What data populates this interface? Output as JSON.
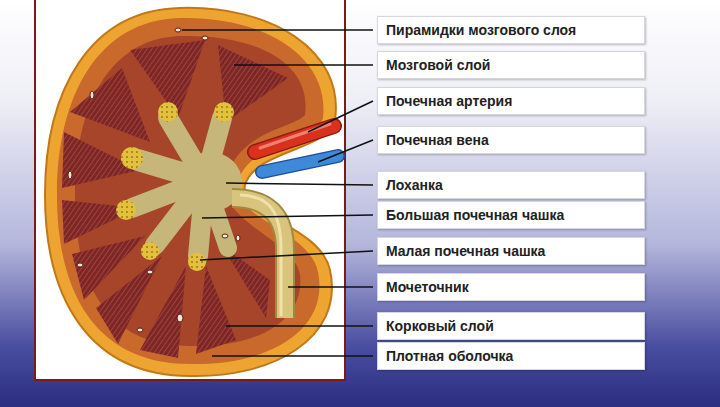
{
  "diagram": {
    "nodes": [
      {
        "text": [
          "Пирамидки мозгового слоя"
        ]
      },
      {
        "text": [
          "Мозговой слой"
        ]
      },
      {
        "text": [
          "Почечная артерия"
        ]
      },
      {
        "text": [
          "Почечная вена"
        ]
      },
      {
        "text": [
          "Лоханка"
        ]
      },
      {
        "text": [
          "Большая почечная чашка"
        ]
      },
      {
        "text": [
          "Малая почечная чашка"
        ]
      },
      {
        "text": [
          "Мочеточник"
        ]
      },
      {
        "text": [
          "Корковый слой"
        ]
      },
      {
        "text": [
          "Плотная оболочка"
        ]
      }
    ]
  }
}
